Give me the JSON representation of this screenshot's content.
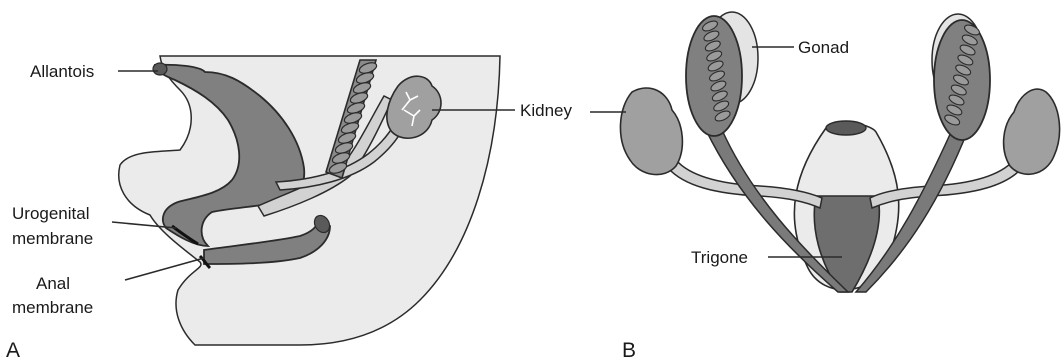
{
  "panel_a": {
    "letter": "A",
    "labels": {
      "allantois": "Allantois",
      "urogenital_line1": "Urogenital",
      "urogenital_line2": "membrane",
      "anal_line1": "Anal",
      "anal_line2": "membrane",
      "kidney": "Kidney"
    }
  },
  "panel_b": {
    "letter": "B",
    "labels": {
      "gonad": "Gonad",
      "trigone": "Trigone"
    }
  },
  "colors": {
    "embryo_body": "#ebebeb",
    "dark_organ": "#808080",
    "mid_organ": "#a0a0a0",
    "light_tube": "#d2d2d2",
    "outline": "#2b2b2b"
  }
}
